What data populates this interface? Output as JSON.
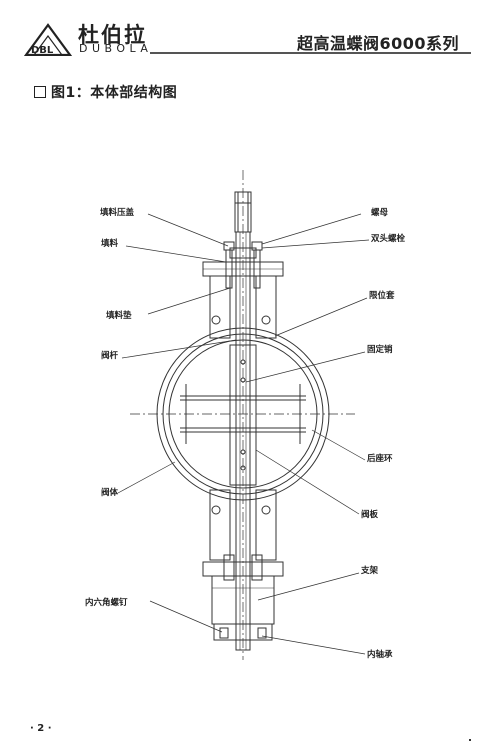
{
  "header": {
    "brand_cn": "杜伯拉",
    "brand_en": "DUBOLA",
    "logo_mark": "DBL",
    "series_title": "超高温蝶阀6000系列"
  },
  "section": {
    "title": "图1：本体部结构图"
  },
  "labels": {
    "packing_gland": "填料压盖",
    "packing": "填料",
    "packing_gasket": "填料垫",
    "stem": "阀杆",
    "body": "阀体",
    "hex_screw": "内六角螺钉",
    "nut": "螺母",
    "stud_bolt": "双头螺栓",
    "limit_sleeve": "限位套",
    "fixed_pin": "固定销",
    "back_seat_ring": "后座环",
    "disc": "阀板",
    "bracket": "支架",
    "inner_bearing": "内轴承"
  },
  "footer": {
    "page_number": "· 2 ·"
  },
  "icons": {
    "logo": "dbl-triangle-logo"
  }
}
